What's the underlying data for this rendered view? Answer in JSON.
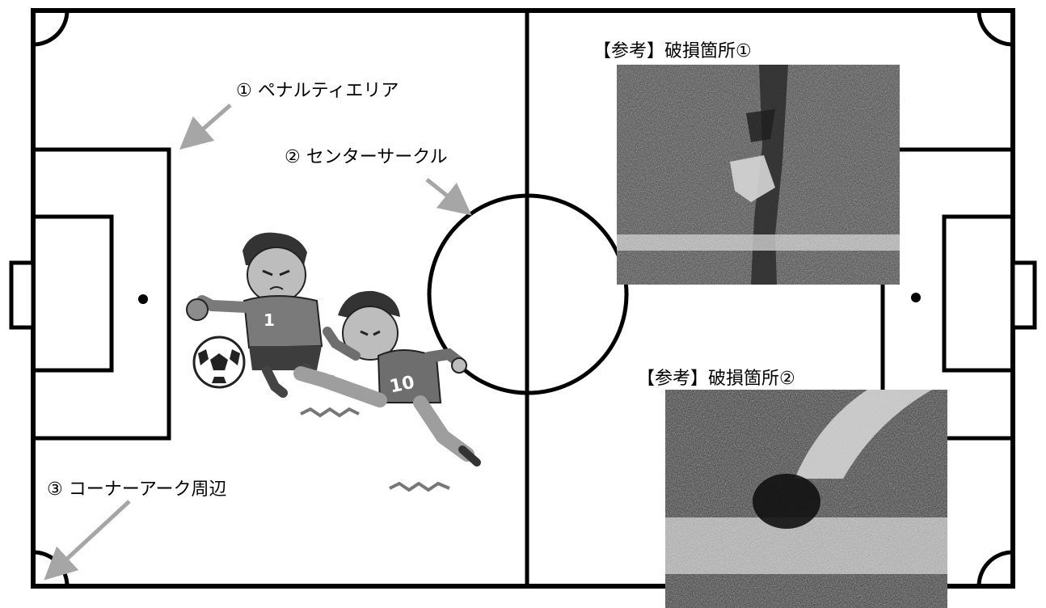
{
  "annotations": {
    "penalty_area": "① ペナルティエリア",
    "center_circle": "② センターサークル",
    "corner_arc": "③ コーナーアーク周辺"
  },
  "reference_photos": [
    {
      "caption": "【参考】破損箇所①"
    },
    {
      "caption": "【参考】破損箇所②"
    }
  ],
  "illustration": {
    "player1_number": "1",
    "player2_number": "10"
  },
  "colors": {
    "line": "#000000",
    "arrow": "#a6a6a6",
    "background": "#ffffff"
  }
}
